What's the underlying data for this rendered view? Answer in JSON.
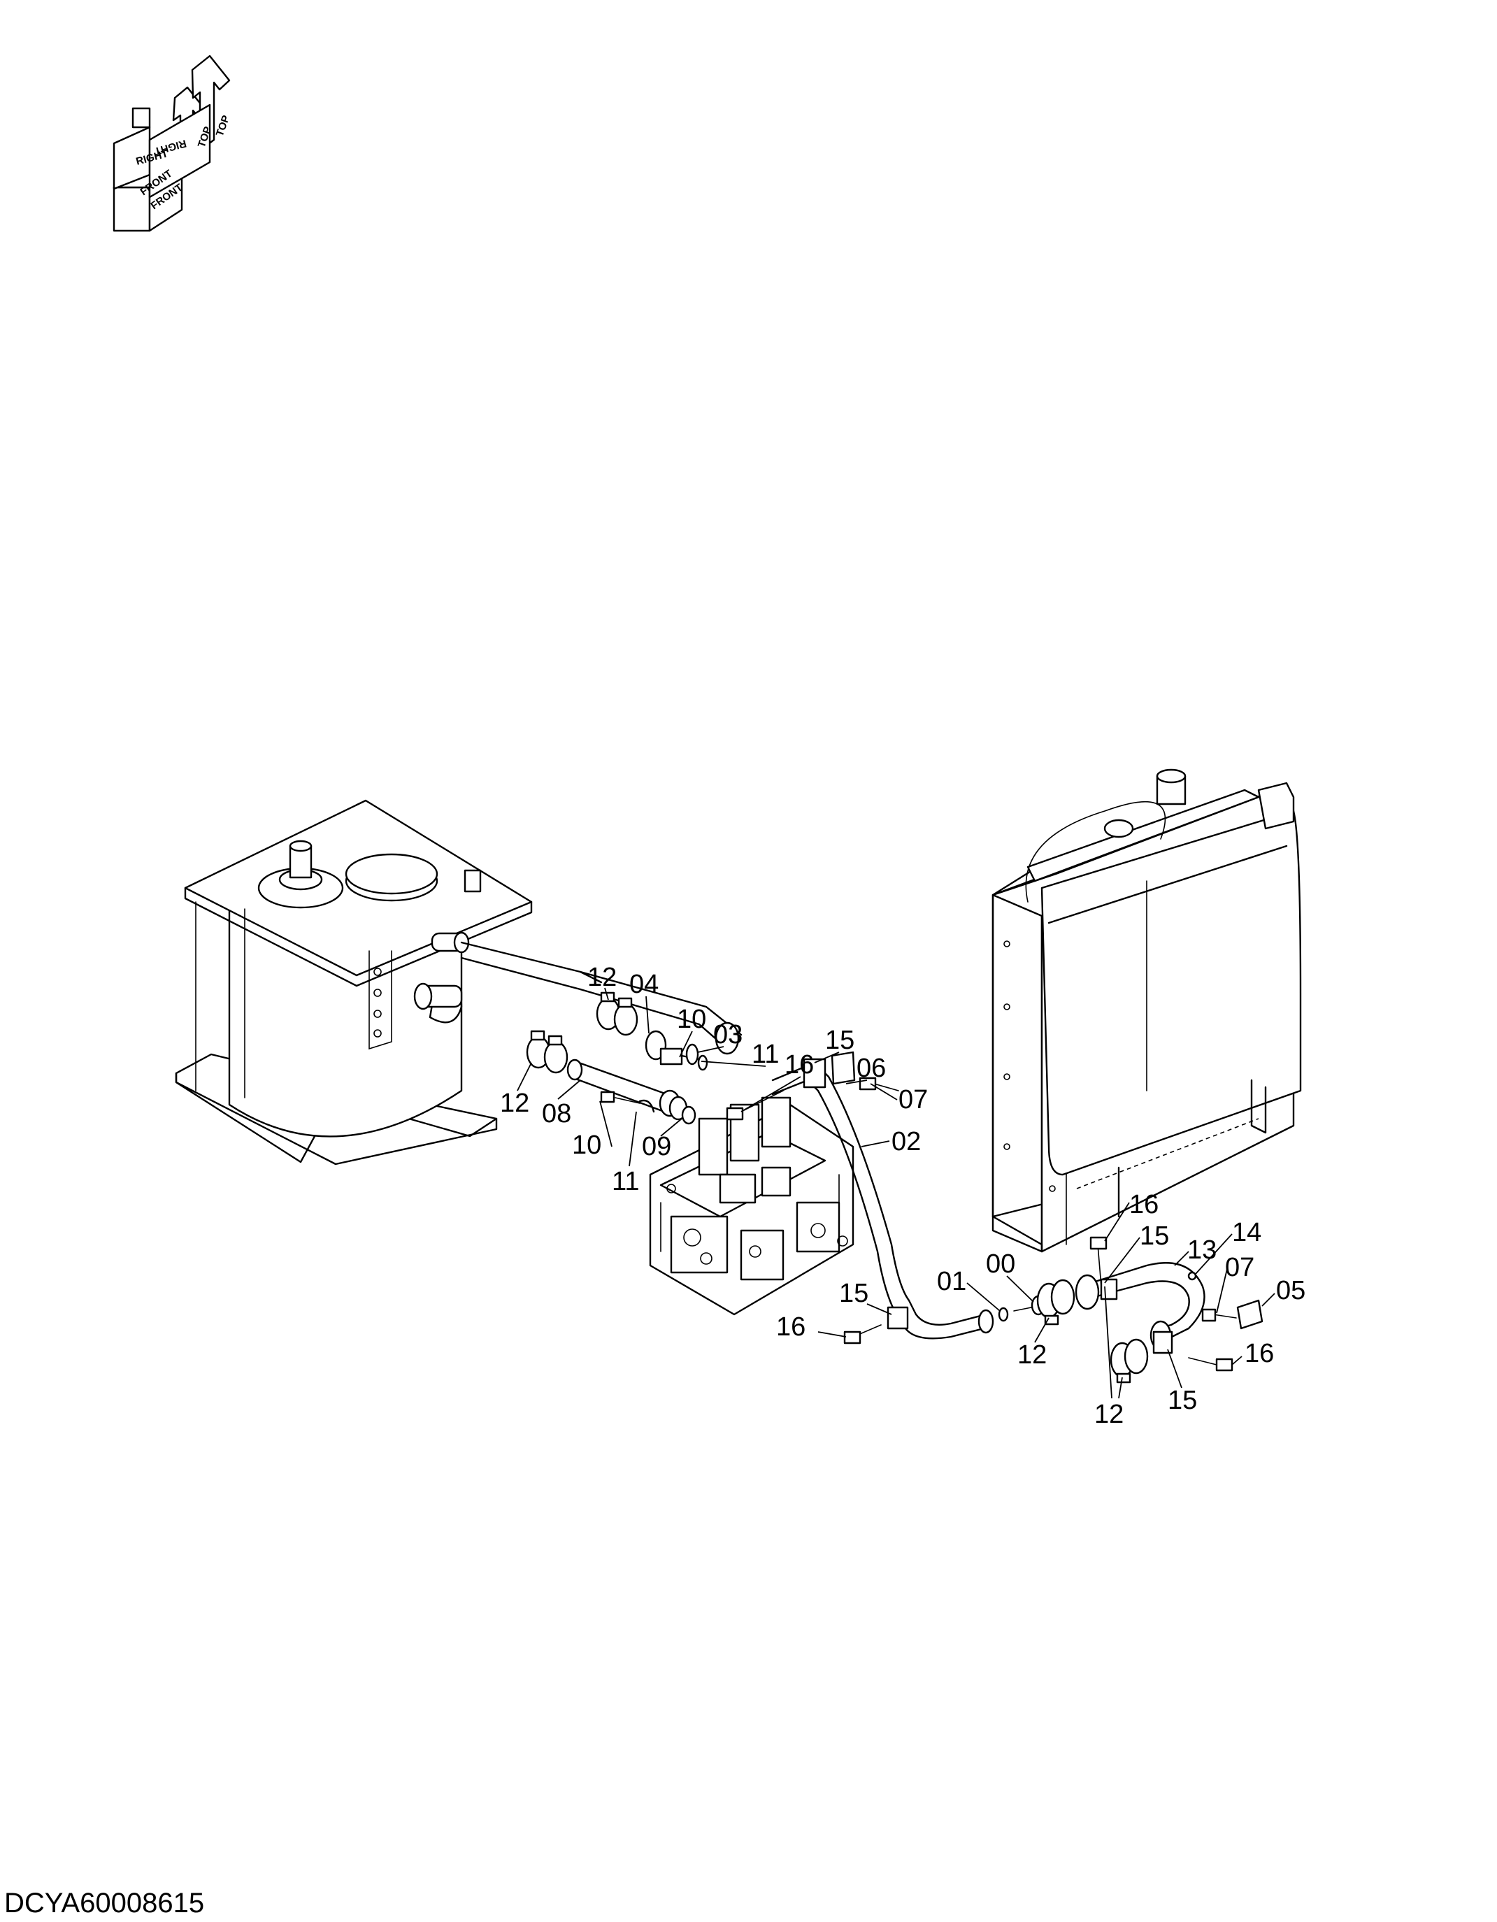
{
  "drawing_code": "DCYA60008615",
  "orientation": {
    "top": "TOP",
    "right": "RIGHT",
    "front": "FRONT"
  },
  "callouts": [
    "12",
    "04",
    "10",
    "03",
    "11",
    "16",
    "15",
    "06",
    "07",
    "12",
    "08",
    "10",
    "09",
    "11",
    "02",
    "16",
    "15",
    "13",
    "14",
    "07",
    "05",
    "01",
    "00",
    "15",
    "16",
    "12",
    "16",
    "12",
    "15"
  ]
}
